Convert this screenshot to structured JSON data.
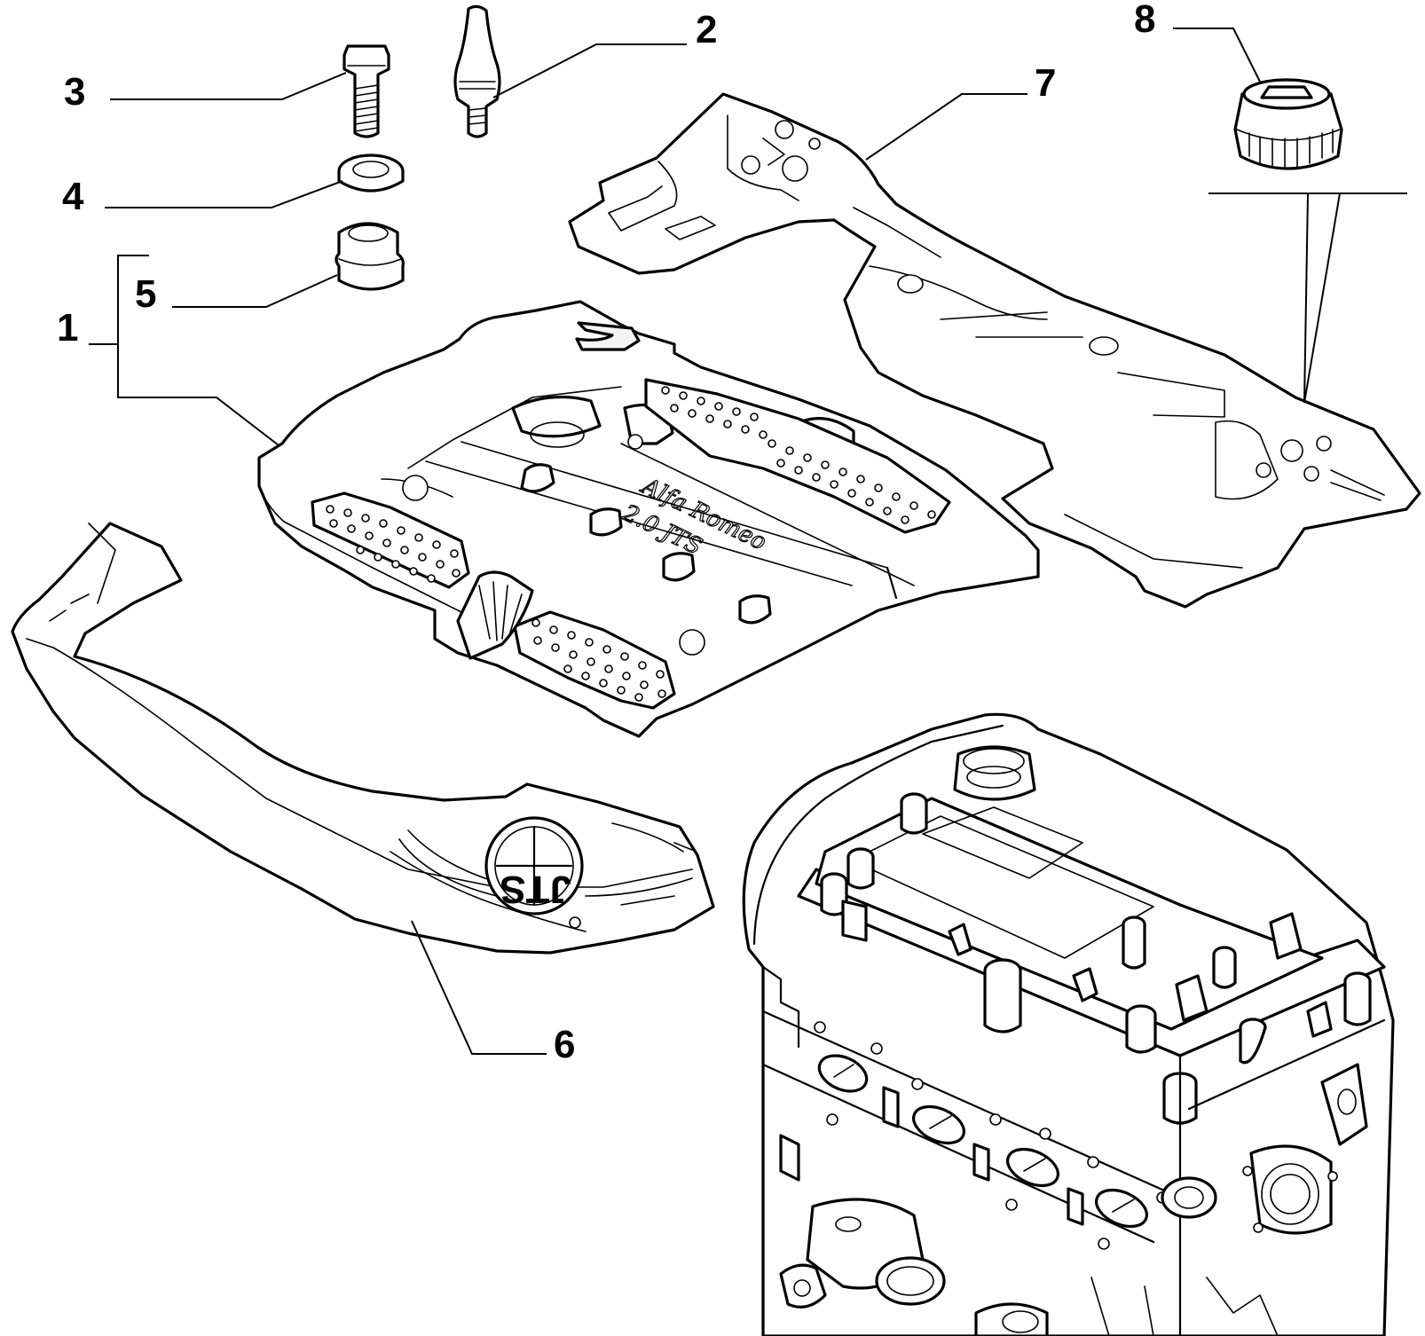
{
  "diagram": {
    "callouts": [
      {
        "id": "1",
        "label": "1"
      },
      {
        "id": "2",
        "label": "2"
      },
      {
        "id": "3",
        "label": "3"
      },
      {
        "id": "4",
        "label": "4"
      },
      {
        "id": "5",
        "label": "5"
      },
      {
        "id": "6",
        "label": "6"
      },
      {
        "id": "7",
        "label": "7"
      },
      {
        "id": "8",
        "label": "8"
      }
    ],
    "embossed_text": {
      "model": "2.0 JTS",
      "brand": "Alfa Romeo",
      "badge": "JTS"
    }
  }
}
